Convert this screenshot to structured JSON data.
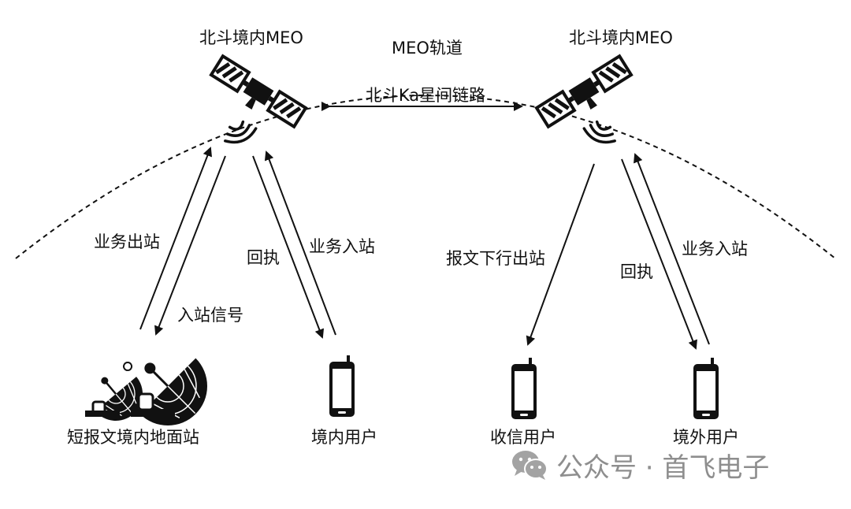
{
  "orbit_label": "MEO轨道",
  "isl_label": "北斗Ka星间链路",
  "satellites": [
    {
      "label": "北斗境内MEO"
    },
    {
      "label": "北斗境内MEO"
    }
  ],
  "links": {
    "outbound": "业务出站",
    "inbound_signal": "入站信号",
    "receipt_left": "回执",
    "inbound_left": "业务入站",
    "downlink": "报文下行出站",
    "receipt_right": "回执",
    "inbound_right": "业务入站"
  },
  "nodes": {
    "ground_station": "短报文境内地面站",
    "domestic_user": "境内用户",
    "receiving_user": "收信用户",
    "overseas_user": "境外用户"
  },
  "watermark": {
    "text": "公众号 · 首飞电子",
    "icon": "wechat-icon"
  }
}
